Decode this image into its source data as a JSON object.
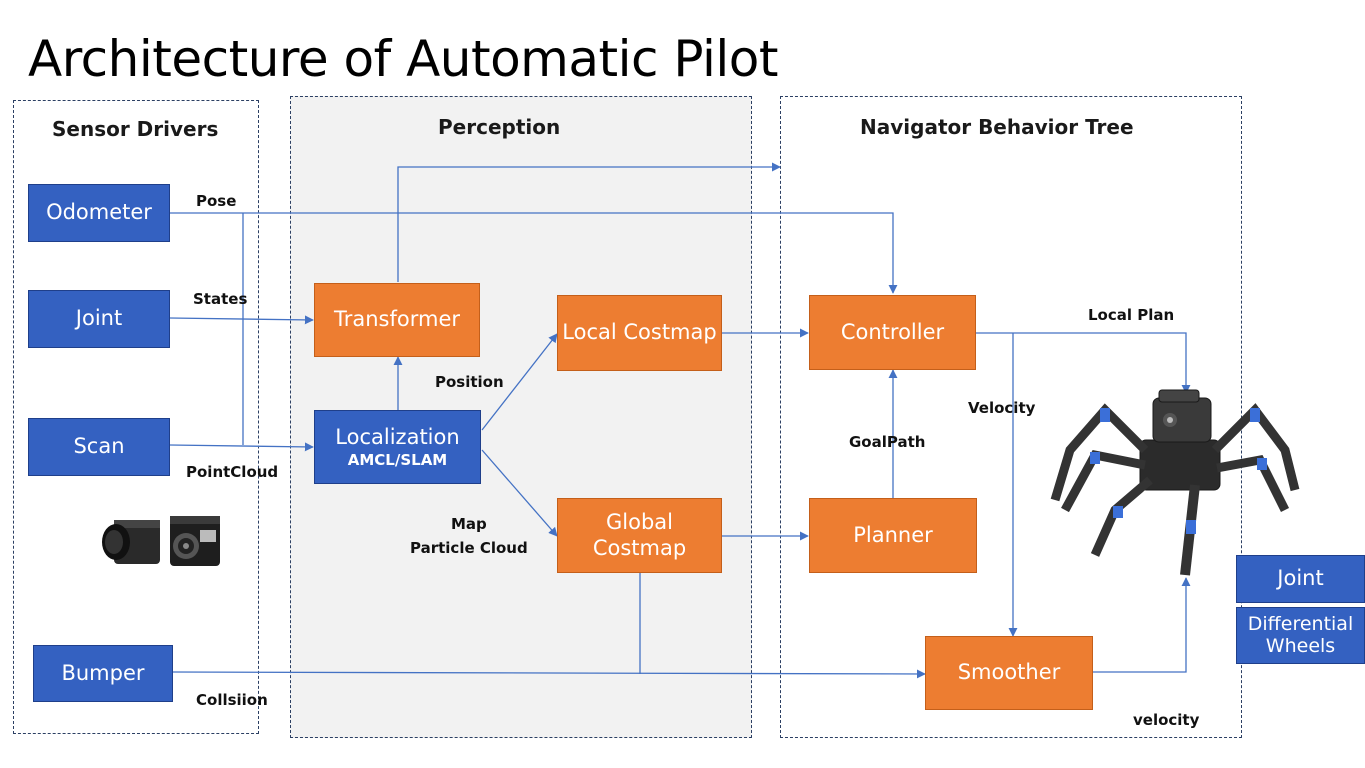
{
  "title": "Architecture of Automatic Pilot",
  "groups": {
    "sensor_drivers": "Sensor Drivers",
    "perception": "Perception",
    "navigator": "Navigator Behavior Tree"
  },
  "nodes": {
    "odometer": "Odometer",
    "joint_in": "Joint",
    "scan": "Scan",
    "bumper": "Bumper",
    "transformer": "Transformer",
    "localization": "Localization",
    "localization_sub": "AMCL/SLAM",
    "local_costmap": "Local Costmap",
    "global_costmap": "Global Costmap",
    "controller": "Controller",
    "planner": "Planner",
    "smoother": "Smoother",
    "joint_out": "Joint",
    "differential_wheels": "Differential Wheels"
  },
  "edge_labels": {
    "pose": "Pose",
    "states": "States",
    "pointcloud": "PointCloud",
    "collision": "Collsiion",
    "position": "Position",
    "map": "Map",
    "particle_cloud": "Particle Cloud",
    "local_plan": "Local Plan",
    "velocity_upper": "Velocity",
    "goalpath": "GoalPath",
    "velocity_lower": "velocity"
  },
  "images": {
    "camera": "camera-image",
    "robot": "hexapod-robot-image"
  },
  "colors": {
    "sensor_box": "#3461c1",
    "process_box": "#ed7d31",
    "wire": "#4472c4",
    "group_border": "#2b3f63",
    "perception_fill": "#f2f2f2"
  }
}
